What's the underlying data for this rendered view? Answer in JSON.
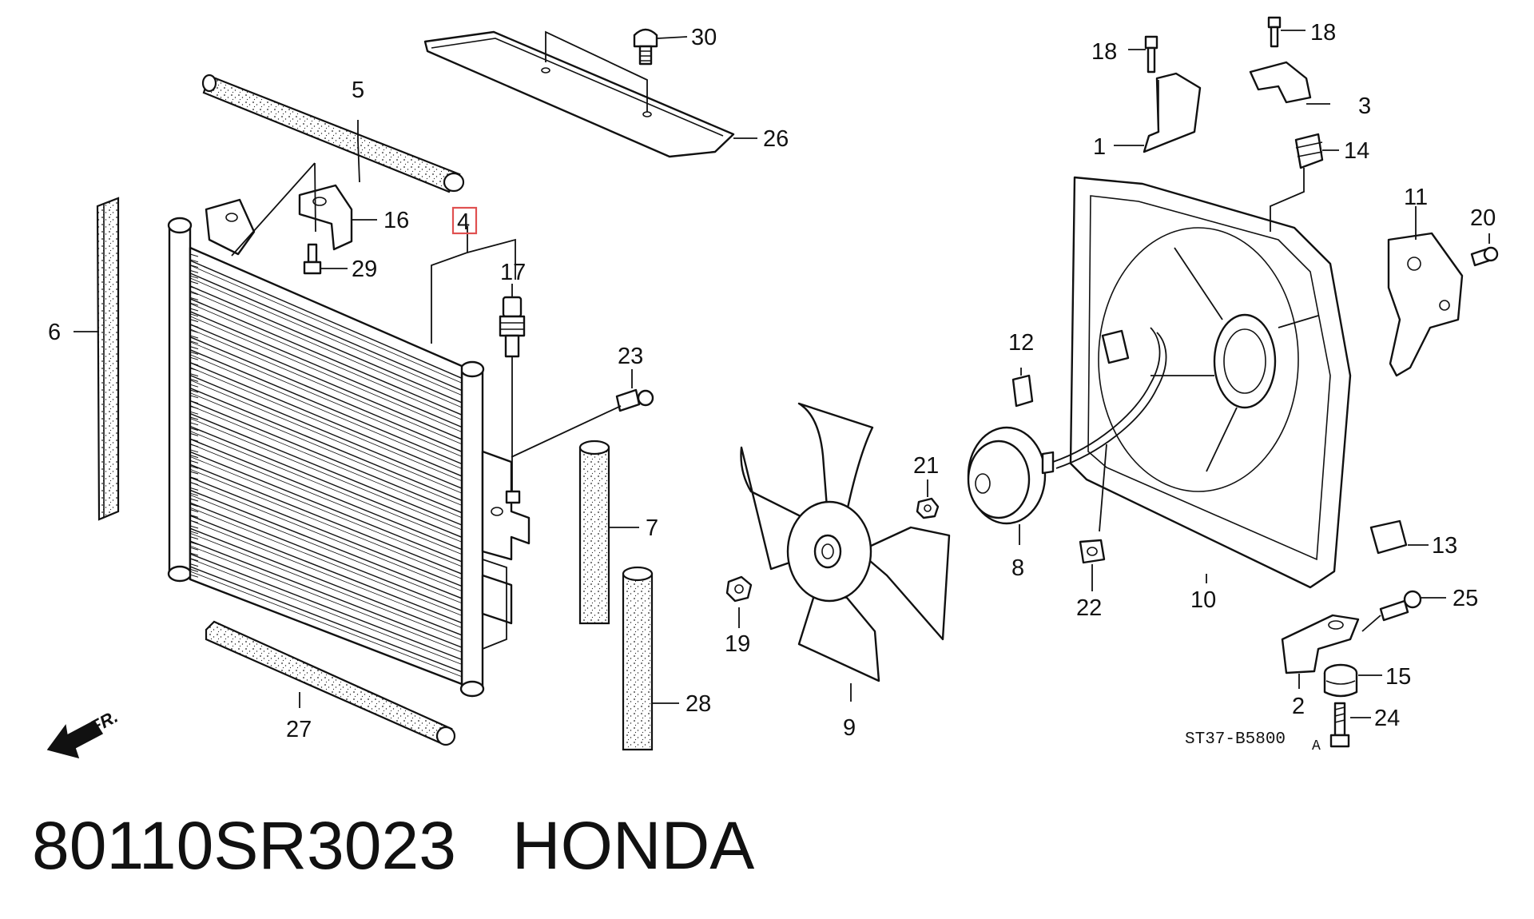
{
  "diagram": {
    "highlighted_callout": "4",
    "highlight_color": "#e05050",
    "diagram_code": "ST37-B5800",
    "diagram_code_suffix": "A",
    "direction_marker": "FR.",
    "callouts": {
      "c1": "1",
      "c2": "2",
      "c3": "3",
      "c4": "4",
      "c5": "5",
      "c6": "6",
      "c7": "7",
      "c8": "8",
      "c9": "9",
      "c10": "10",
      "c11": "11",
      "c12": "12",
      "c13": "13",
      "c14": "14",
      "c15": "15",
      "c16": "16",
      "c17": "17",
      "c18a": "18",
      "c18b": "18",
      "c19": "19",
      "c20": "20",
      "c21": "21",
      "c22": "22",
      "c23": "23",
      "c24": "24",
      "c25": "25",
      "c26": "26",
      "c27": "27",
      "c28": "28",
      "c29": "29",
      "c30": "30"
    }
  },
  "caption": {
    "part_number": "80110SR3023",
    "brand": "HONDA"
  }
}
